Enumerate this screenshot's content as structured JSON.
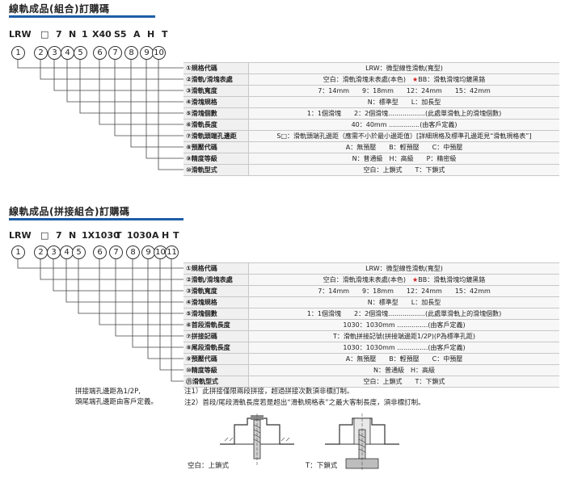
{
  "section1": {
    "title": "線軌成品(組合)訂購碼",
    "code_parts": [
      "LRW",
      "□",
      "7",
      "N",
      "1",
      "X40",
      "S5",
      "A",
      "H",
      "T"
    ],
    "numbers": [
      "1",
      "2",
      "3",
      "4",
      "5",
      "6",
      "7",
      "8",
      "9",
      "10"
    ],
    "rows": [
      {
        "label": "①規格代碼",
        "value": "LRW：微型線性滑軌(寬型)"
      },
      {
        "label": "②滑軌/滑塊表處",
        "value_pre": "空白：滑軌滑塊未表處(本色)",
        "value_star": "★",
        "value_post": "BB：滑軌滑塊均鍍黑鉻"
      },
      {
        "label": "③滑軌寬度",
        "value": "7：14mm　　9：18mm　　12：24mm　　15：42mm"
      },
      {
        "label": "④滑塊規格",
        "value": "N：標準型　　L：加長型"
      },
      {
        "label": "⑤滑塊個數",
        "value": "1：1個滑塊　　2：2個滑塊..................(此處單滑軌上的滑塊個數)"
      },
      {
        "label": "⑥滑軌長度",
        "value": "40：40mm ...............(由客戶定義)"
      },
      {
        "label": "⑦滑軌頭端孔邊距",
        "value": "S□：滑軌頭端孔邊距（應需不小於最小邊距值）[詳細規格及標準孔邊距見“滑軌規格表”]"
      },
      {
        "label": "⑧預壓代碼",
        "value": "A：無預壓　　B：輕預壓　　C：中預壓"
      },
      {
        "label": "⑨精度等級",
        "value": "N：普通級　H：高級　　P：精密級"
      },
      {
        "label": "⑩滑軌型式",
        "value": "空白：上鎖式　　T：下鎖式"
      }
    ]
  },
  "section2": {
    "title": "線軌成品(拼接組合)訂購碼",
    "code_parts": [
      "LRW",
      "□",
      "7",
      "N",
      "1X1030",
      "T",
      "1030",
      "A",
      "H",
      "T"
    ],
    "numbers": [
      "1",
      "2",
      "3",
      "4",
      "5",
      "6",
      "7",
      "8",
      "9",
      "10",
      "11"
    ],
    "rows": [
      {
        "label": "①規格代碼",
        "value": "LRW：微型線性滑軌(寬型)"
      },
      {
        "label": "②滑軌/滑塊表處",
        "value_pre": "空白：滑軌滑塊未表處(本色)",
        "value_star": "★",
        "value_post": "BB：滑軌滑塊均鍍黑鉻"
      },
      {
        "label": "③滑軌寬度",
        "value": "7：14mm　　9：18mm　　12：24mm　　15：42mm"
      },
      {
        "label": "④滑塊規格",
        "value": "N：標準型　　L：加長型"
      },
      {
        "label": "⑤滑塊個數",
        "value": "1：1個滑塊　　2：2個滑塊..................(此處單滑軌上的滑塊個數)"
      },
      {
        "label": "⑥首段滑軌長度",
        "value": "1030：1030mm ...............(由客戶定義)"
      },
      {
        "label": "⑦拼接記碼",
        "value": "T：滑軌拼接記號(拼接端邊距1/2P)(P為標準孔距)"
      },
      {
        "label": "⑧尾段滑軌長度",
        "value": "1030：1030mm ...............(由客戶定義)"
      },
      {
        "label": "⑨預壓代碼",
        "value": "A：無預壓　　B：輕預壓　　C：中預壓"
      },
      {
        "label": "⑩精度等級",
        "value": "N：普通級　H：高級"
      },
      {
        "label": "⑪滑軌型式",
        "value": "空白：上鎖式　　T：下鎖式"
      }
    ],
    "side_note_1": "拼接端孔邊距為1/2P,",
    "side_note_2": "頭尾端孔邊距由客戶定義。",
    "note1": "注1）此拼接僅限兩段拼接，超過拼接次數須非標訂制。",
    "note2": "注2）首段/尾段滑軌長度若是超出“滑軌規格表”之最大客制長度，須非標訂制。"
  },
  "diagrams": {
    "left_caption": "空白：上鎖式",
    "right_caption": "T：下鎖式"
  },
  "colors": {
    "accent": "#1f5ea8",
    "star": "#d21d1d"
  }
}
